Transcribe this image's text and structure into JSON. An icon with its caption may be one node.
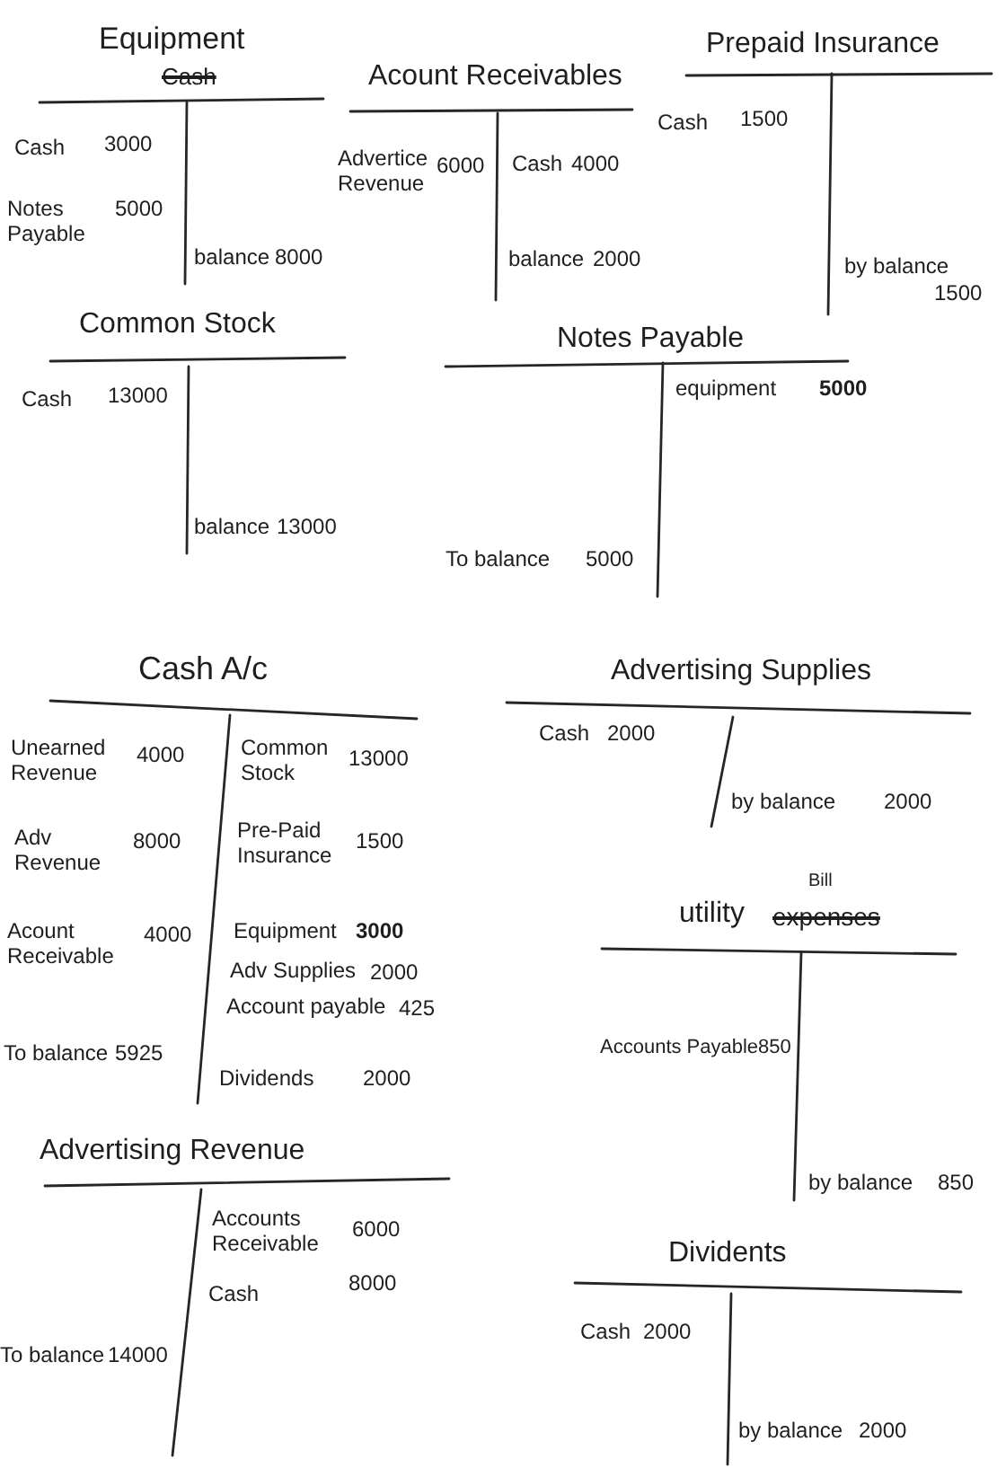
{
  "diagram": {
    "nodes": [
      {
        "text": [
          "Equipment",
          "Cash",
          "Cash",
          "3000",
          "Notes Payable",
          "5000",
          "balance",
          "8000"
        ]
      },
      {
        "text": [
          "Acount Receivables",
          "Advertice Revenue",
          "6000",
          "Cash",
          "4000",
          "balance",
          "2000"
        ]
      },
      {
        "text": [
          "Prepaid Insurance",
          "Cash",
          "1500",
          "by balance",
          "1500"
        ]
      },
      {
        "text": [
          "Common Stock",
          "Cash",
          "13000",
          "balance",
          "13000"
        ]
      },
      {
        "text": [
          "Notes Payable",
          "equipment",
          "5000",
          "To balance",
          "5000"
        ]
      },
      {
        "text": [
          "Cash A/c",
          "Unearned Revenue",
          "4000",
          "Common Stock",
          "13000",
          "Adv Revenue",
          "8000",
          "Pre-Paid Insurance",
          "1500",
          "Acount Receivable",
          "4000",
          "Equipment",
          "3000",
          "Adv Supplies",
          "2000",
          "Account payable",
          "425",
          "To balance",
          "5925",
          "Dividends",
          "2000"
        ]
      },
      {
        "text": [
          "Advertising Supplies",
          "Cash",
          "2000",
          "by balance",
          "2000"
        ]
      },
      {
        "text": [
          "utility",
          "Bill",
          "expenses",
          "Accounts Payable",
          "850",
          "by balance",
          "850"
        ]
      },
      {
        "text": [
          "Advertising Revenue",
          "Accounts Receivable",
          "6000",
          "Cash",
          "8000",
          "To balance",
          "14000"
        ]
      },
      {
        "text": [
          "Dividents",
          "Cash",
          "2000",
          "by balance",
          "2000"
        ]
      }
    ]
  }
}
